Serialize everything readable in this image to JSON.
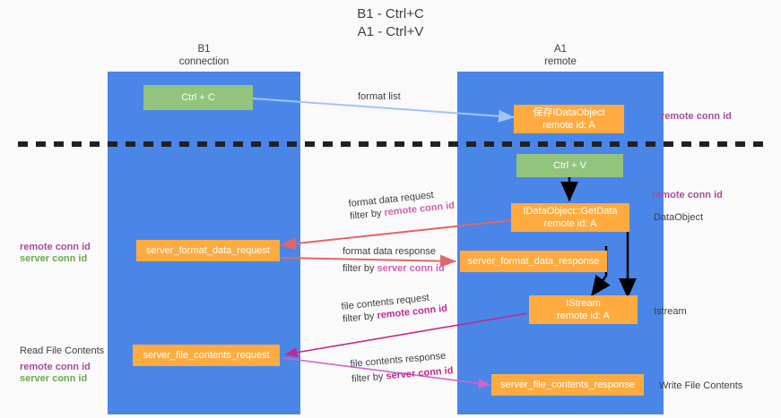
{
  "diagram": {
    "title_lines": [
      "B1 - Ctrl+C",
      "A1 - Ctrl+V"
    ],
    "lanes": [
      {
        "name": "B1",
        "sub": "connection"
      },
      {
        "name": "A1",
        "sub": "remote"
      }
    ],
    "nodes": [
      {
        "id": "ctrl-c",
        "text1": "Ctrl + C",
        "text2": "",
        "color": "#93c47d"
      },
      {
        "id": "save-idataobject",
        "text1": "保存IDataObject",
        "text2": "remote id: A",
        "color": "#ffab40"
      },
      {
        "id": "ctrl-v",
        "text1": "Ctrl + V",
        "text2": "",
        "color": "#93c47d"
      },
      {
        "id": "idataobject-getdata",
        "text1": "IDataObject::GetData",
        "text2": "remote id: A",
        "color": "#ffab40"
      },
      {
        "id": "server-format-data-request",
        "text1": "server_format_data_request",
        "text2": "",
        "color": "#ffab40"
      },
      {
        "id": "server-format-data-response",
        "text1": "server_format_data_response",
        "text2": "",
        "color": "#ffab40"
      },
      {
        "id": "istream",
        "text1": "IStream",
        "text2": "remote id: A",
        "color": "#ffab40"
      },
      {
        "id": "server-file-contents-request",
        "text1": "server_file_contents_request",
        "text2": "",
        "color": "#ffab40"
      },
      {
        "id": "server-file-contents-response",
        "text1": "server_file_contents_response",
        "text2": "",
        "color": "#ffab40"
      }
    ],
    "edge_labels": {
      "format_list": "format list",
      "format_data_request": "format data request",
      "format_data_request_filter_prefix": "filter by ",
      "format_data_request_filter_key": "remote conn id",
      "format_data_response": "format data response",
      "format_data_response_filter_prefix": "filter by ",
      "format_data_response_filter_key": "server conn id",
      "file_contents_request": "file contents request",
      "file_contents_request_filter_prefix": "filter by ",
      "file_contents_request_filter_key": "remote conn id",
      "file_contents_response": "file contents response",
      "file_contents_response_filter_prefix": "filter by ",
      "file_contents_response_filter_key": "server conn id"
    },
    "right_annotations": [
      {
        "id": "remote-conn-id-top",
        "text": "remote conn id",
        "style": "purple"
      },
      {
        "id": "remote-conn-id-mid",
        "text": "remote conn id",
        "style": "purple"
      },
      {
        "id": "data-object",
        "text": "DataObject",
        "style": "plain"
      },
      {
        "id": "istream-label",
        "text": "Istream",
        "style": "plain"
      },
      {
        "id": "write-file-contents",
        "text": "Write File Contents",
        "style": "plain"
      }
    ],
    "left_annotations": [
      {
        "id": "mid-remote-conn-id",
        "text": "remote conn id",
        "style": "purple"
      },
      {
        "id": "mid-server-conn-id",
        "text": "server conn id",
        "style": "green"
      },
      {
        "id": "read-file-contents",
        "text": "Read File Contents",
        "style": "plain"
      },
      {
        "id": "bottom-remote-conn-id",
        "text": "remote conn id",
        "style": "purple"
      },
      {
        "id": "bottom-server-conn-id",
        "text": "server conn id",
        "style": "green"
      }
    ],
    "colors": {
      "lane": "#4a86e8",
      "green_node": "#93c47d",
      "orange_node": "#ffab40",
      "divider": "#202124",
      "arrow_blue": "#9fc5f8",
      "arrow_red": "#e06666",
      "arrow_black": "#000000",
      "arrow_magenta": "#c2298f",
      "arrow_pink": "#cc66cc",
      "background": "#fafafa"
    }
  }
}
